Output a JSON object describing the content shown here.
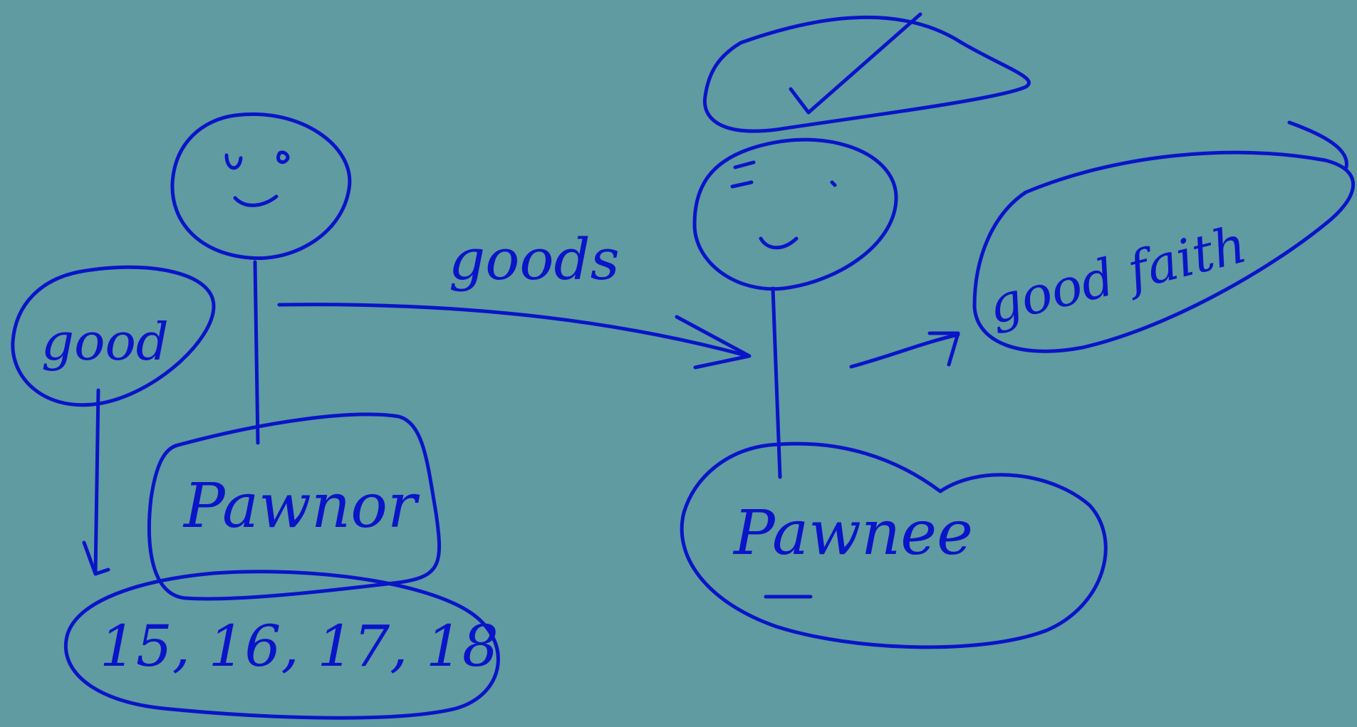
{
  "diagram": {
    "ink_color": "#0a14c8",
    "background_color": "#5f9ba1",
    "left_party": {
      "role_label": "Pawnor",
      "quality_label": "good",
      "sections_label": "15, 16, 17, 18"
    },
    "transfer": {
      "arrow_label": "goods"
    },
    "right_party": {
      "role_label": "Pawnee",
      "attribute_label": "good faith",
      "approval_mark": "checkmark-icon"
    }
  }
}
